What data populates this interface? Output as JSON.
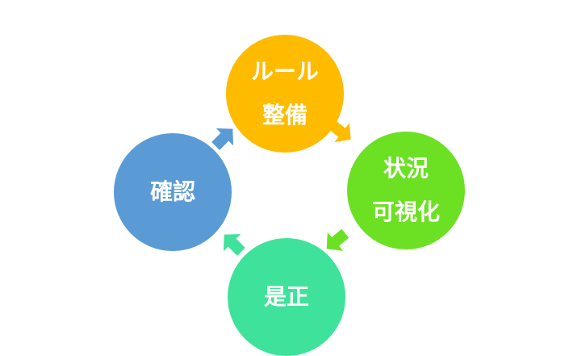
{
  "nodes": {
    "rule": {
      "lines": [
        "ルール",
        "整備"
      ],
      "color": "#FFBB00"
    },
    "visual": {
      "lines": [
        "状況",
        "可視化"
      ],
      "color": "#6CE023"
    },
    "fix": {
      "lines": [
        "是正"
      ],
      "color": "#3FE29A"
    },
    "confirm": {
      "lines": [
        "確認"
      ],
      "color": "#5B9BD5"
    }
  },
  "arrows": {
    "rule_to_visual": {
      "color": "#FFBB00"
    },
    "visual_to_fix": {
      "color": "#6CE023"
    },
    "fix_to_confirm": {
      "color": "#3FE29A"
    },
    "confirm_to_rule": {
      "color": "#5B9BD5"
    }
  }
}
